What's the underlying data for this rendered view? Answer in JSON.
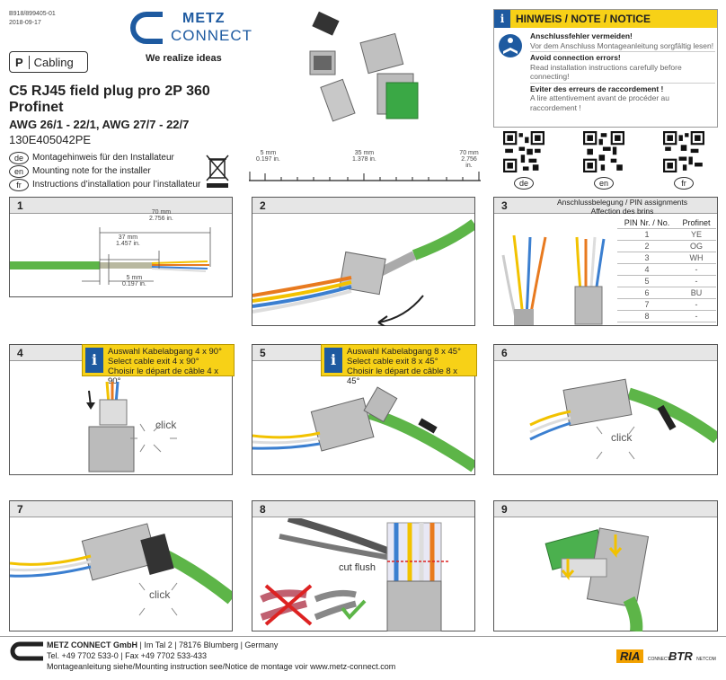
{
  "doc": {
    "code": "B918/899405-01",
    "date": "2018-09-17"
  },
  "brand": {
    "name_top": "METZ",
    "name_bottom": "CONNECT",
    "tagline": "We realize ideas",
    "category_letter": "P",
    "category": "Cabling"
  },
  "product": {
    "title_line1": "C5 RJ45 field plug pro 2P 360",
    "title_line2": "Profinet",
    "awg": "AWG 26/1 - 22/1, AWG 27/7 - 22/7",
    "part_no": "130E405042PE"
  },
  "languages": [
    {
      "code": "de",
      "text": "Montagehinweis für den Installateur"
    },
    {
      "code": "en",
      "text": "Mounting note for the installer"
    },
    {
      "code": "fr",
      "text": "Instructions d’installation pour l’installateur"
    }
  ],
  "ruler": {
    "marks": [
      {
        "mm": "5 mm",
        "in": "0.197 in."
      },
      {
        "mm": "35 mm",
        "in": "1.378 in."
      },
      {
        "mm": "70 mm",
        "in": "2.756 in."
      }
    ]
  },
  "notice": {
    "header": "HINWEIS / NOTE / NOTICE",
    "items": [
      {
        "title": "Anschlussfehler vermeiden!",
        "text": "Vor dem Anschluss Montageanleitung sorgfältig lesen!"
      },
      {
        "title": "Avoid connection errors!",
        "text": "Read installation instructions carefully before connecting!"
      },
      {
        "title": "Eviter des erreurs de raccordement !",
        "text": "A lire attentivement avant de procéder au raccordement !"
      }
    ],
    "qr_labels": [
      "de",
      "en",
      "fr"
    ]
  },
  "steps": {
    "s1": {
      "num": "1",
      "dims": [
        {
          "mm": "70 mm",
          "in": "2.756 in."
        },
        {
          "mm": "37 mm",
          "in": "1.457 in."
        },
        {
          "mm": "5 mm",
          "in": "0.197 in."
        }
      ]
    },
    "s2": {
      "num": "2"
    },
    "s3": {
      "num": "3",
      "title1": "Anschlussbelegung / PIN assignments",
      "title2": "Affection des brins",
      "col_pin": "PIN Nr. / No.",
      "col_profinet": "Profinet",
      "rows": [
        {
          "pin": "1",
          "val": "YE"
        },
        {
          "pin": "2",
          "val": "OG"
        },
        {
          "pin": "3",
          "val": "WH"
        },
        {
          "pin": "4",
          "val": "-"
        },
        {
          "pin": "5",
          "val": "-"
        },
        {
          "pin": "6",
          "val": "BU"
        },
        {
          "pin": "7",
          "val": "-"
        },
        {
          "pin": "8",
          "val": "-"
        }
      ]
    },
    "s4": {
      "num": "4",
      "info": [
        "Auswahl Kabelabgang 4 x 90°",
        "Select cable exit 4 x 90°",
        "Choisir le départ de câble 4 x 90°"
      ],
      "click": "click"
    },
    "s5": {
      "num": "5",
      "info": [
        "Auswahl Kabelabgang 8 x 45°",
        "Select cable exit 8 x 45°",
        "Choisir le départ de câble 8 x 45°"
      ]
    },
    "s6": {
      "num": "6",
      "click": "click"
    },
    "s7": {
      "num": "7",
      "click": "click"
    },
    "s8": {
      "num": "8",
      "cut": "cut flush"
    },
    "s9": {
      "num": "9"
    }
  },
  "footer": {
    "company": "METZ CONNECT GmbH",
    "address": "| Im Tal 2 | 78176 Blumberg | Germany",
    "phone": "Tel. +49 7702 533-0 | Fax +49 7702 533-433",
    "note": "Montageanleitung siehe/Mounting instruction see/Notice de montage voir www.metz-connect.com",
    "partner1": "RIA",
    "partner1_sub": "CONNECT",
    "partner2": "BTR",
    "partner2_sub": "NETCOM"
  },
  "colors": {
    "metz_blue": "#1e5aa0",
    "notice_yellow": "#f7d117",
    "cable_green": "#5db548"
  }
}
